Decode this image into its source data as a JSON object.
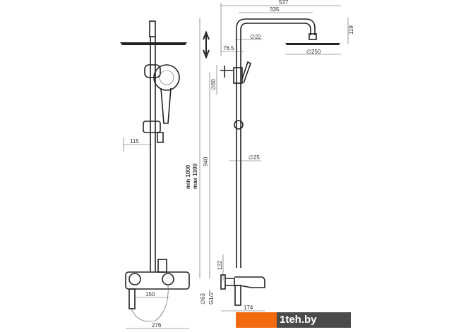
{
  "dimensions": {
    "width_total": "537",
    "arm_length": "335",
    "head_height": "119",
    "pipe_upper": "∅22",
    "offset": "76.5",
    "head_diameter": "∅250",
    "holder_diameter": "∅60",
    "pipe_lower": "∅25",
    "height_adjust": "940",
    "min_height": "min 1000",
    "max_height": "max 1300",
    "mixer_height": "122",
    "flange_diameter": "∅63",
    "thread": "G1/2\"",
    "spout_depth": "174",
    "slider_offset": "115",
    "connection_spacing": "150",
    "mixer_width": "276"
  },
  "logo": {
    "text": "1teh.by",
    "orange": "#f26a10",
    "grey": "#4a4a4a"
  }
}
